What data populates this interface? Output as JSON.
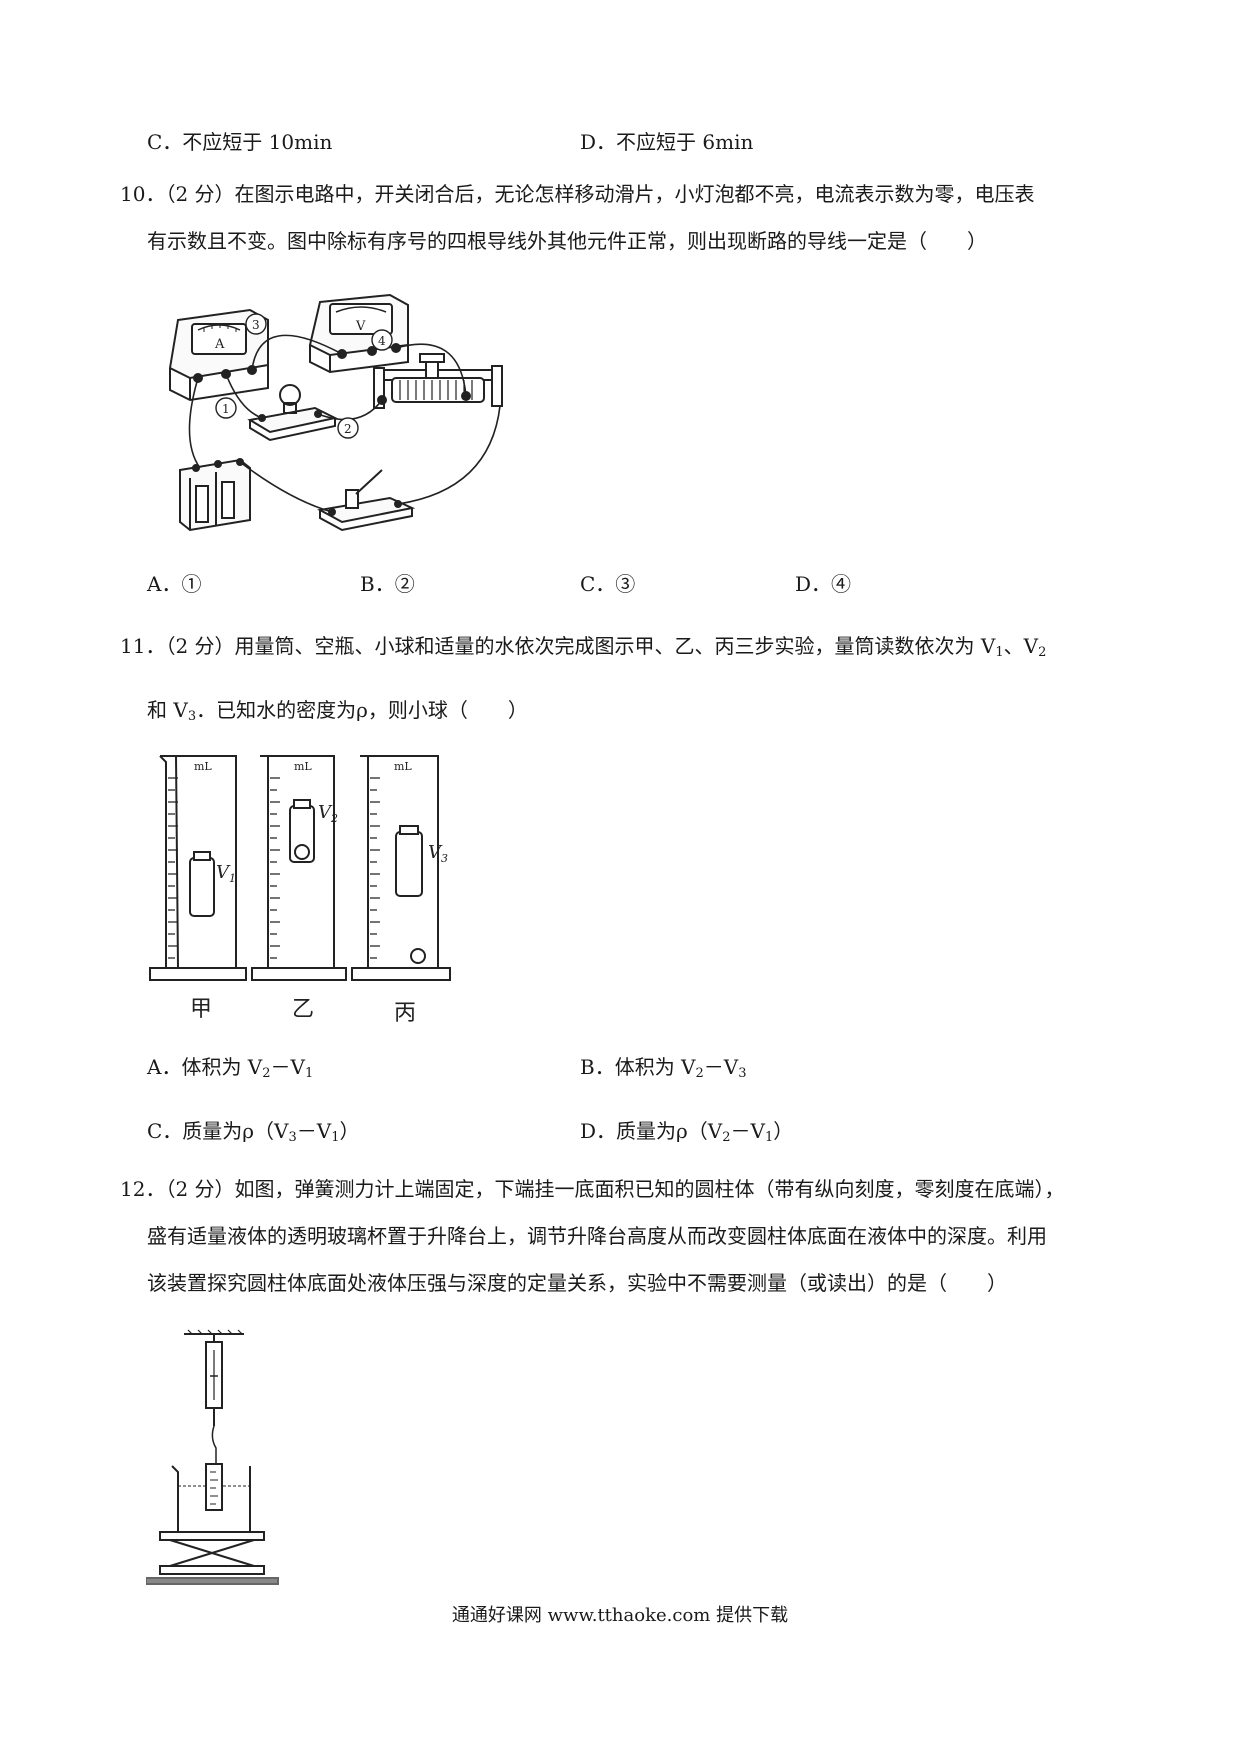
{
  "q9": {
    "option_c": "C．不应短于 10min",
    "option_d": "D．不应短于 6min"
  },
  "q10": {
    "stem_line1": "10．（2 分）在图示电路中，开关闭合后，无论怎样移动滑片，小灯泡都不亮，电流表示数为零，电压表",
    "stem_line2": "有示数且不变。图中除标有序号的四根导线外其他元件正常，则出现断路的导线一定是（　　）",
    "figure_labels": {
      "ammeter": "A",
      "voltmeter": "V",
      "wire1": "1",
      "wire2": "2",
      "wire3": "3",
      "wire4": "4"
    },
    "options": [
      "A．①",
      "B．②",
      "C．③",
      "D．④"
    ]
  },
  "q11": {
    "stem_line1_prefix": "11．（2 分）用量筒、空瓶、小球和适量的水依次完成图示甲、乙、丙三步实验，量筒读数依次为 V",
    "stem_line1_sub1": "1",
    "stem_line1_mid": "、V",
    "stem_line1_sub2": "2",
    "stem_line2_prefix": "和 V",
    "stem_line2_sub": "3",
    "stem_line2_rest": "．已知水的密度为ρ，则小球（　　）",
    "figure_labels": {
      "unit": "mL",
      "v1": "V",
      "v1_sub": "1",
      "v2": "V",
      "v2_sub": "2",
      "v3": "V",
      "v3_sub": "3",
      "jia": "甲",
      "yi": "乙",
      "bing": "丙"
    },
    "option_a": {
      "pre": "A．体积为 V",
      "s1": "2",
      "mid": "－V",
      "s2": "1"
    },
    "option_b": {
      "pre": "B．体积为 V",
      "s1": "2",
      "mid": "－V",
      "s2": "3"
    },
    "option_c": {
      "pre": "C．质量为ρ（V",
      "s1": "3",
      "mid": "－V",
      "s2": "1",
      "post": "）"
    },
    "option_d": {
      "pre": "D．质量为ρ（V",
      "s1": "2",
      "mid": "－V",
      "s2": "1",
      "post": "）"
    }
  },
  "q12": {
    "stem_line1": "12．（2 分）如图，弹簧测力计上端固定，下端挂一底面积已知的圆柱体（带有纵向刻度，零刻度在底端），",
    "stem_line2": "盛有适量液体的透明玻璃杯置于升降台上，调节升降台高度从而改变圆柱体底面在液体中的深度。利用",
    "stem_line3": "该装置探究圆柱体底面处液体压强与深度的定量关系，实验中不需要测量（或读出）的是（　　）"
  },
  "footer": "通通好课网  www.tthaoke.com  提供下载"
}
